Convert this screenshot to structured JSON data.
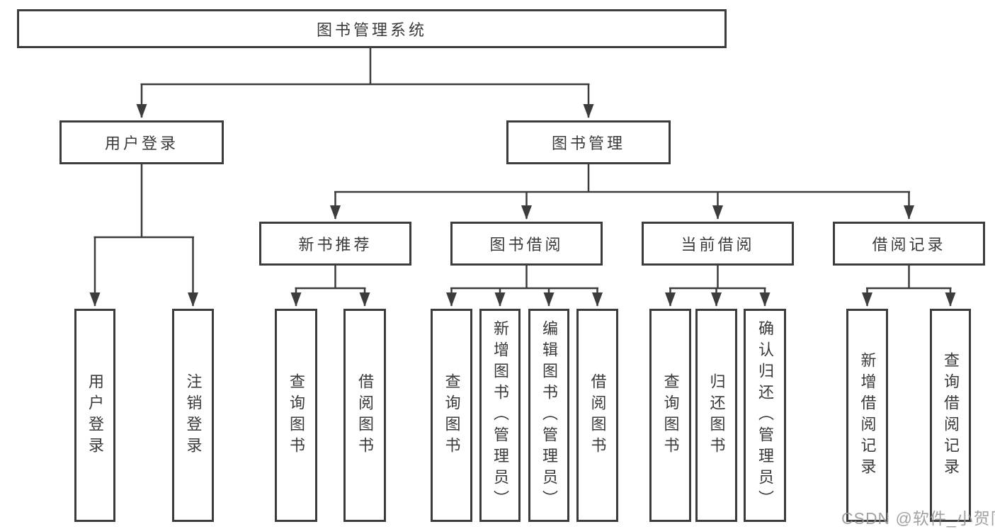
{
  "diagram": {
    "root": "图书管理系统",
    "level2": {
      "user_login": "用户登录",
      "book_mgmt": "图书管理"
    },
    "level3": {
      "new_book_rec": "新书推荐",
      "book_borrow": "图书借阅",
      "current_borrow": "当前借阅",
      "borrow_records": "借阅记录"
    },
    "leaves": {
      "user_login": "用户登录",
      "logout": "注销登录",
      "rec_query": "查询图书",
      "rec_borrow": "借阅图书",
      "bb_query": "查询图书",
      "bb_add": "新增图书（管理员）",
      "bb_edit": "编辑图书（管理员）",
      "bb_borrow": "借阅图书",
      "cb_query": "查询图书",
      "cb_return": "归还图书",
      "cb_confirm": "确认归还（管理员）",
      "br_add": "新增借阅记录",
      "br_query": "查询借阅记录"
    }
  },
  "watermark": {
    "text": "CSDN @软件_小贺同学"
  },
  "colors": {
    "line": "#3c3c3c",
    "text": "#3a3a3a",
    "watermark": "#949494",
    "background": "#ffffff"
  }
}
